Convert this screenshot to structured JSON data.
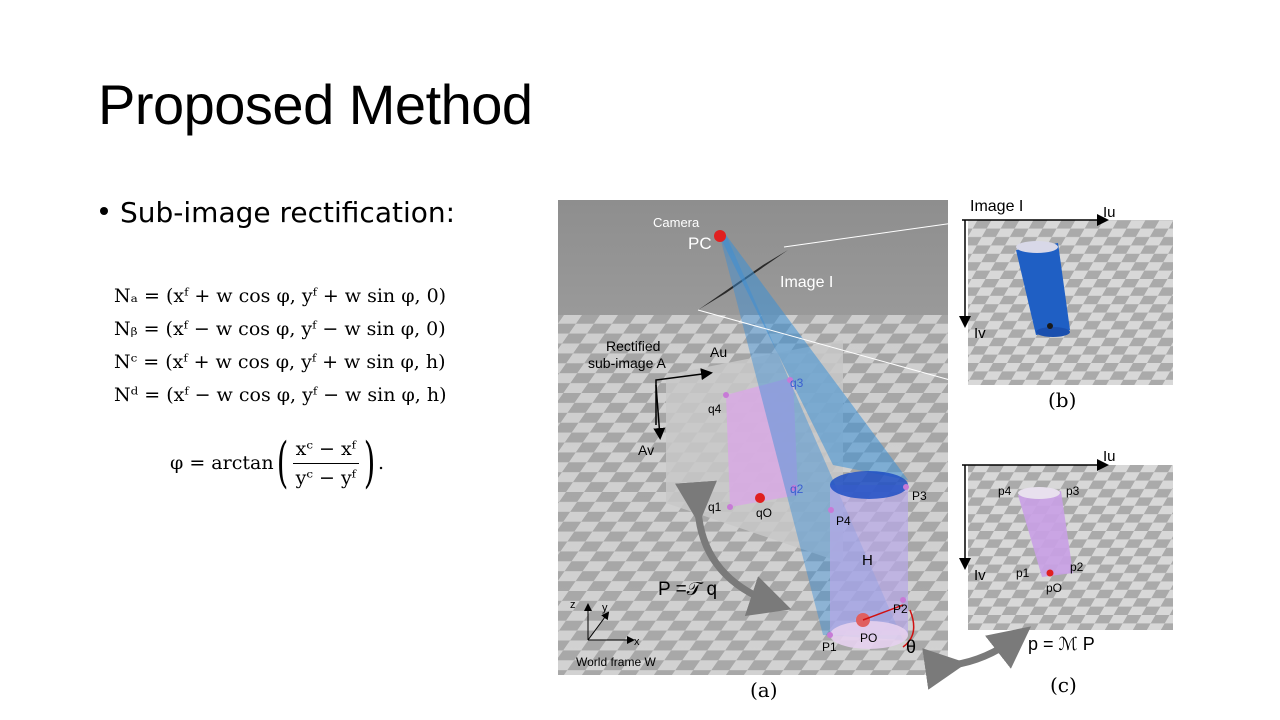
{
  "slide": {
    "title": "Proposed Method",
    "bullet": "Sub-image rectification:"
  },
  "equations": {
    "na": "Nₐ = (xᶠ + w cos φ, yᶠ + w sin φ, 0)",
    "nb": "Nᵦ = (xᶠ − w cos φ, yᶠ − w sin φ, 0)",
    "nc": "Nᶜ = (xᶠ + w cos φ, yᶠ + w sin φ, h)",
    "nd": "Nᵈ = (xᶠ − w cos φ, yᶠ − w sin φ, h)",
    "phi_lhs": "φ = arctan",
    "phi_num": "xᶜ − xᶠ",
    "phi_den": "yᶜ − yᶠ",
    "phi_end": "."
  },
  "figure": {
    "panel_a": {
      "camera": "Camera",
      "pc": "PC",
      "image_i": "Image I",
      "rectified": "Rectified",
      "sub_image": "sub-image A",
      "au": "Au",
      "av": "Av",
      "q1": "q1",
      "q2": "q2",
      "q3": "q3",
      "q4": "q4",
      "qo": "qO",
      "p1": "P1",
      "p2": "P2",
      "p3": "P3",
      "p4": "P4",
      "po": "PO",
      "h": "H",
      "theta": "θ",
      "transform": "P =𝒯 q",
      "z": "z",
      "y": "y",
      "x": "x",
      "world": "World frame W",
      "caption": "(a)"
    },
    "panel_b": {
      "image_i": "Image I",
      "iu": "Iu",
      "iv": "Iv",
      "caption": "(b)"
    },
    "panel_c": {
      "iu": "Iu",
      "iv": "Iv",
      "p1": "p1",
      "p2": "p2",
      "p3": "p3",
      "p4": "p4",
      "po": "pO",
      "mapping": "p = ℳ P",
      "caption": "(c)"
    }
  },
  "colors": {
    "cone": "#3a8fd6",
    "cylinder_blue": "#1f5fc4",
    "cylinder_pink": "#c9a0e6",
    "point_red": "#e02020",
    "floor_light": "#d6d6d6",
    "floor_dark": "#9c9c9c"
  }
}
